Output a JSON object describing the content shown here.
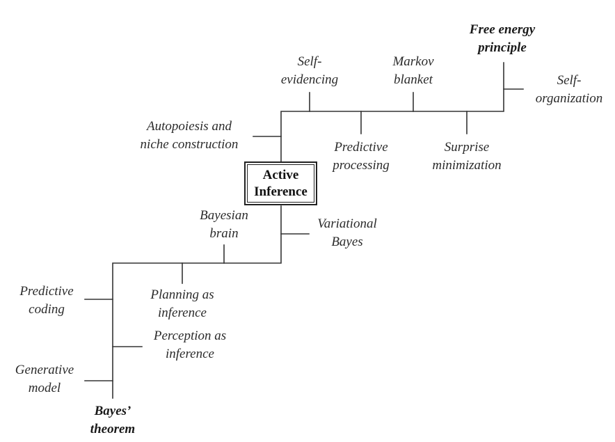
{
  "center": {
    "line1": "Active",
    "line2": "Inference"
  },
  "nodes": {
    "free_energy": {
      "line1": "Free energy",
      "line2": "principle"
    },
    "self_organization": {
      "line1": "Self-",
      "line2": "organization"
    },
    "self_evidencing": {
      "line1": "Self-",
      "line2": "evidencing"
    },
    "markov_blanket": {
      "line1": "Markov",
      "line2": "blanket"
    },
    "autopoiesis": {
      "line1": "Autopoiesis and",
      "line2": "niche construction"
    },
    "predictive_processing": {
      "line1": "Predictive",
      "line2": "processing"
    },
    "surprise_minimization": {
      "line1": "Surprise",
      "line2": "minimization"
    },
    "bayesian_brain": {
      "line1": "Bayesian",
      "line2": "brain"
    },
    "variational_bayes": {
      "line1": "Variational",
      "line2": "Bayes"
    },
    "predictive_coding": {
      "line1": "Predictive",
      "line2": "coding"
    },
    "planning_as_inference": {
      "line1": "Planning as",
      "line2": "inference"
    },
    "perception_as_inference": {
      "line1": "Perception as",
      "line2": "inference"
    },
    "generative_model": {
      "line1": "Generative",
      "line2": "model"
    },
    "bayes_theorem": {
      "line1": "Bayes’",
      "line2": "theorem"
    }
  }
}
